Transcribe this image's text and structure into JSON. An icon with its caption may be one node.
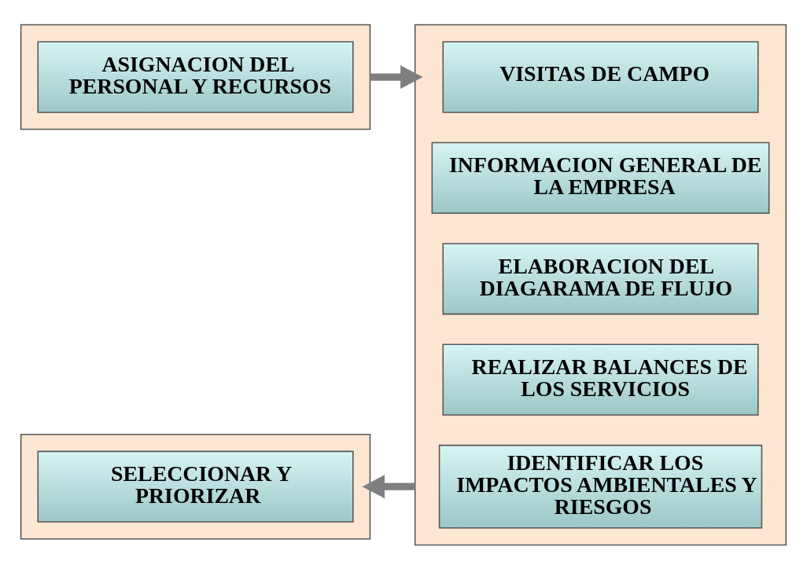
{
  "diagram": {
    "nodes": [
      {
        "text": [],
        "shape": "box"
      },
      {
        "text": [
          "ASIGNACION DEL PERSONAL Y RECURSOS"
        ],
        "in": 0
      },
      {
        "text": [],
        "shape": "box"
      },
      {
        "text": [
          "VISITAS DE CAMPO"
        ],
        "in": 2
      },
      {
        "text": [
          "INFORMACION GENERAL DE LA EMPRESA"
        ],
        "in": 2
      },
      {
        "text": [
          "ELABORACION DEL DIAGARAMA DE FLUJO"
        ],
        "in": 2
      },
      {
        "text": [
          "REALIZAR BALANCES DE LOS SERVICIOS"
        ],
        "in": 2
      },
      {
        "text": [
          "IDENTIFICAR LOS IMPACTOS AMBIENTALES Y RIESGOS"
        ],
        "in": 2
      },
      {
        "text": [],
        "shape": "box"
      },
      {
        "text": [
          "SELECCIONAR Y PRIORIZAR"
        ],
        "in": 8
      }
    ],
    "edges": [
      {
        "from": 0,
        "to": 2,
        "arrow": "to"
      },
      {
        "from": 2,
        "to": 8,
        "arrow": "to"
      }
    ]
  }
}
